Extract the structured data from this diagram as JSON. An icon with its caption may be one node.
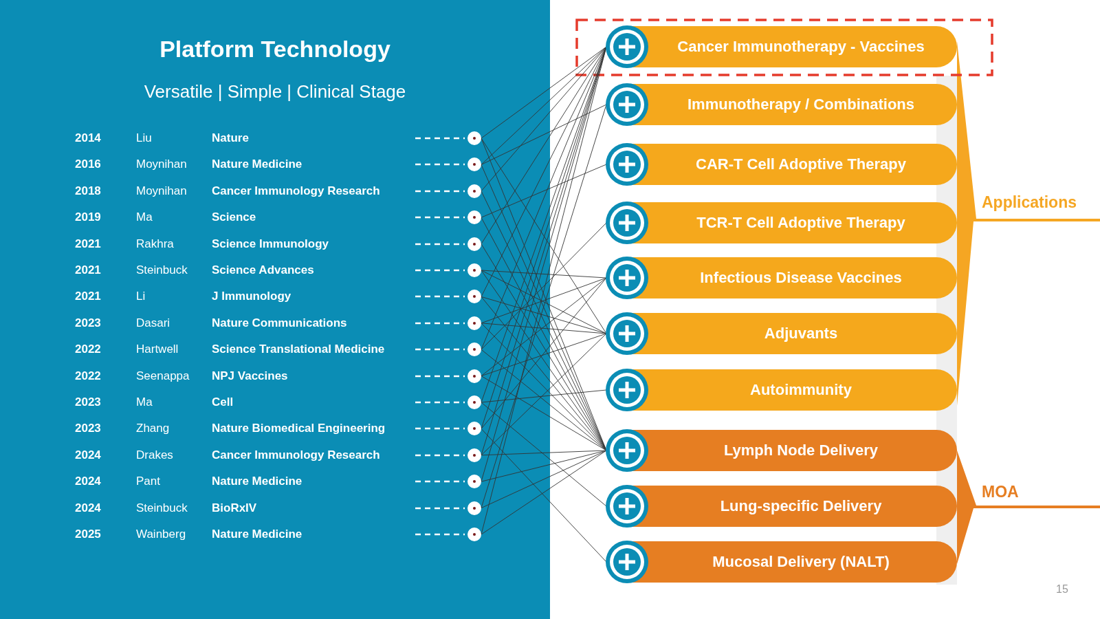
{
  "diagram": {
    "title": "Platform Technology",
    "nodes": [
      {
        "text": [
          "2014",
          "Liu",
          "Nature"
        ]
      },
      {
        "text": [
          "2016",
          "Moynihan",
          "Nature Medicine"
        ]
      },
      {
        "text": [
          "2018",
          "Moynihan",
          "Cancer Immunology Research"
        ]
      },
      {
        "text": [
          "2019",
          "Ma",
          "Science"
        ]
      },
      {
        "text": [
          "2021",
          "Rakhra",
          "Science Immunology"
        ]
      },
      {
        "text": [
          "2021",
          "Steinbuck",
          "Science Advances"
        ]
      },
      {
        "text": [
          "2021",
          "Li",
          "J Immunology"
        ]
      },
      {
        "text": [
          "2023",
          "Dasari",
          "Nature Communications"
        ]
      },
      {
        "text": [
          "2022",
          "Hartwell",
          "Science Translational Medicine"
        ]
      },
      {
        "text": [
          "2022",
          "Seenappa",
          "NPJ Vaccines"
        ]
      },
      {
        "text": [
          "2023",
          "Ma",
          "Cell"
        ]
      },
      {
        "text": [
          "2023",
          "Zhang",
          "Nature Biomedical Engineering"
        ]
      },
      {
        "text": [
          "2024",
          "Drakes",
          "Cancer Immunology Research"
        ]
      },
      {
        "text": [
          "2024",
          "Pant",
          "Nature Medicine"
        ]
      },
      {
        "text": [
          "2024",
          "Steinbuck",
          "BioRxIV"
        ]
      },
      {
        "text": [
          "2025",
          "Wainberg",
          "Nature Medicine"
        ]
      },
      {
        "text": [
          "Cancer Immunotherapy - Vaccines"
        ]
      },
      {
        "text": [
          "Immunotherapy / Combinations"
        ]
      },
      {
        "text": [
          "CAR-T Cell Adoptive Therapy"
        ]
      },
      {
        "text": [
          "TCR-T Cell Adoptive Therapy"
        ]
      },
      {
        "text": [
          "Infectious Disease Vaccines"
        ]
      },
      {
        "text": [
          "Adjuvants"
        ]
      },
      {
        "text": [
          "Autoimmunity"
        ]
      },
      {
        "text": [
          "Lymph Node Delivery"
        ]
      },
      {
        "text": [
          "Lung-specific Delivery"
        ]
      },
      {
        "text": [
          "Mucosal Delivery (NALT)"
        ]
      }
    ],
    "edges": [
      {
        "from": 0,
        "to": 16,
        "arrow": "none"
      },
      {
        "from": 0,
        "to": 23,
        "arrow": "none"
      },
      {
        "from": 0,
        "to": 21,
        "arrow": "none"
      },
      {
        "from": 1,
        "to": 16,
        "arrow": "none"
      },
      {
        "from": 1,
        "to": 17,
        "arrow": "none"
      },
      {
        "from": 1,
        "to": 23,
        "arrow": "none"
      },
      {
        "from": 2,
        "to": 16,
        "arrow": "none"
      },
      {
        "from": 2,
        "to": 23,
        "arrow": "none"
      },
      {
        "from": 3,
        "to": 18,
        "arrow": "none"
      },
      {
        "from": 3,
        "to": 23,
        "arrow": "none"
      },
      {
        "from": 4,
        "to": 16,
        "arrow": "none"
      },
      {
        "from": 4,
        "to": 23,
        "arrow": "none"
      },
      {
        "from": 5,
        "to": 20,
        "arrow": "none"
      },
      {
        "from": 5,
        "to": 21,
        "arrow": "none"
      },
      {
        "from": 5,
        "to": 23,
        "arrow": "none"
      },
      {
        "from": 6,
        "to": 16,
        "arrow": "none"
      },
      {
        "from": 6,
        "to": 21,
        "arrow": "none"
      },
      {
        "from": 6,
        "to": 23,
        "arrow": "none"
      },
      {
        "from": 7,
        "to": 21,
        "arrow": "none"
      },
      {
        "from": 7,
        "to": 20,
        "arrow": "none"
      },
      {
        "from": 7,
        "to": 23,
        "arrow": "none"
      },
      {
        "from": 8,
        "to": 16,
        "arrow": "none"
      },
      {
        "from": 8,
        "to": 19,
        "arrow": "none"
      },
      {
        "from": 8,
        "to": 23,
        "arrow": "none"
      },
      {
        "from": 9,
        "to": 21,
        "arrow": "none"
      },
      {
        "from": 9,
        "to": 20,
        "arrow": "none"
      },
      {
        "from": 9,
        "to": 23,
        "arrow": "none"
      },
      {
        "from": 10,
        "to": 16,
        "arrow": "none"
      },
      {
        "from": 10,
        "to": 22,
        "arrow": "none"
      },
      {
        "from": 10,
        "to": 24,
        "arrow": "none"
      },
      {
        "from": 11,
        "to": 16,
        "arrow": "none"
      },
      {
        "from": 11,
        "to": 20,
        "arrow": "none"
      },
      {
        "from": 11,
        "to": 25,
        "arrow": "none"
      },
      {
        "from": 12,
        "to": 16,
        "arrow": "none"
      },
      {
        "from": 12,
        "to": 23,
        "arrow": "none"
      },
      {
        "from": 12,
        "to": 21,
        "arrow": "none"
      },
      {
        "from": 13,
        "to": 16,
        "arrow": "none"
      },
      {
        "from": 13,
        "to": 23,
        "arrow": "none"
      },
      {
        "from": 14,
        "to": 17,
        "arrow": "none"
      },
      {
        "from": 14,
        "to": 23,
        "arrow": "none"
      },
      {
        "from": 15,
        "to": 16,
        "arrow": "none"
      },
      {
        "from": 15,
        "to": 23,
        "arrow": "none"
      }
    ],
    "labels": [
      "Versatile | Simple | Clinical Stage",
      "Applications",
      "MOA",
      "15"
    ]
  }
}
